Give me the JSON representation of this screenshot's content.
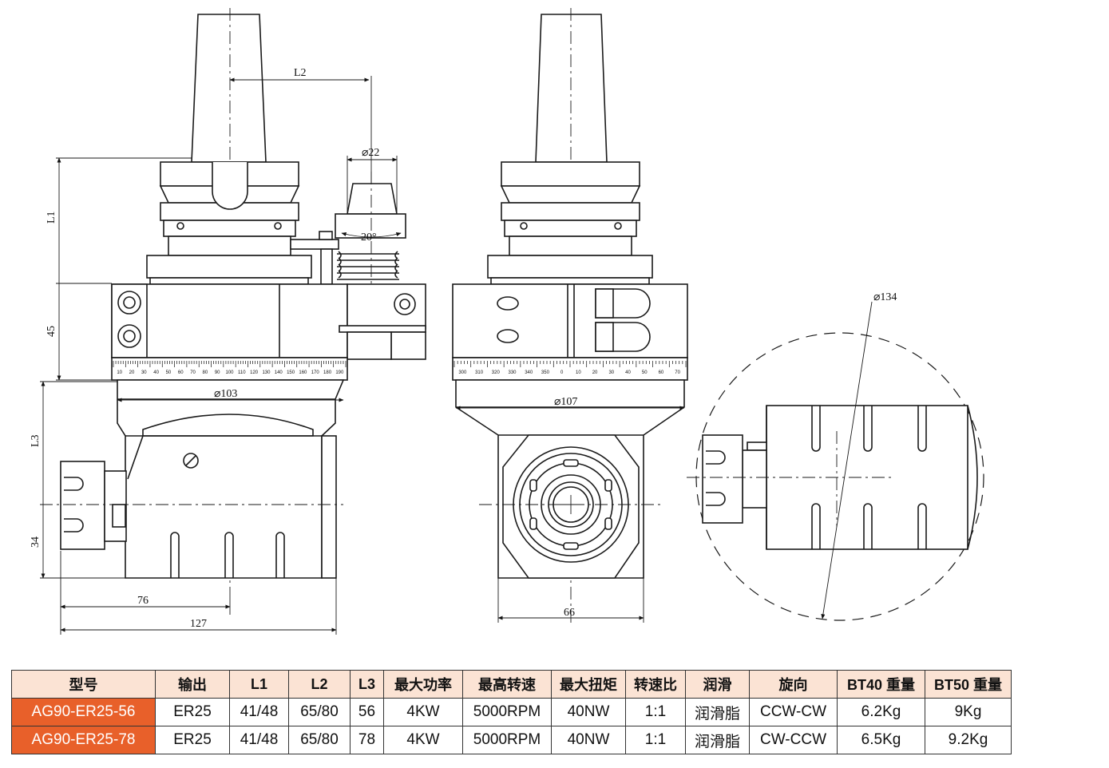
{
  "drawing": {
    "labels": {
      "L1": "L1",
      "L2": "L2",
      "L3": "L3",
      "dim_45": "45",
      "dim_34": "34",
      "dim_76": "76",
      "dim_127": "127",
      "dim_66": "66",
      "dia_22": "⌀22",
      "angle_20": "20°",
      "dia_103": "⌀103",
      "dia_107": "⌀107",
      "dia_134": "⌀134"
    },
    "scale_left": [
      "10",
      "20",
      "30",
      "40",
      "50",
      "60",
      "70",
      "80",
      "90",
      "100",
      "110",
      "120",
      "130",
      "140",
      "150",
      "160",
      "170",
      "180",
      "190"
    ],
    "scale_right": [
      "300",
      "310",
      "320",
      "330",
      "340",
      "350",
      "0",
      "10",
      "20",
      "30",
      "40",
      "50",
      "60",
      "70"
    ]
  },
  "table": {
    "headers": [
      "型号",
      "输出",
      "L1",
      "L2",
      "L3",
      "最大功率",
      "最高转速",
      "最大扭矩",
      "转速比",
      "润滑",
      "旋向",
      "BT40 重量",
      "BT50 重量"
    ],
    "rows": [
      [
        "AG90-ER25-56",
        "ER25",
        "41/48",
        "65/80",
        "56",
        "4KW",
        "5000RPM",
        "40NW",
        "1:1",
        "润滑脂",
        "CCW-CW",
        "6.2Kg",
        "9Kg"
      ],
      [
        "AG90-ER25-78",
        "ER25",
        "41/48",
        "65/80",
        "78",
        "4KW",
        "5000RPM",
        "40NW",
        "1:1",
        "润滑脂",
        "CW-CCW",
        "6.5Kg",
        "9.2Kg"
      ]
    ]
  }
}
